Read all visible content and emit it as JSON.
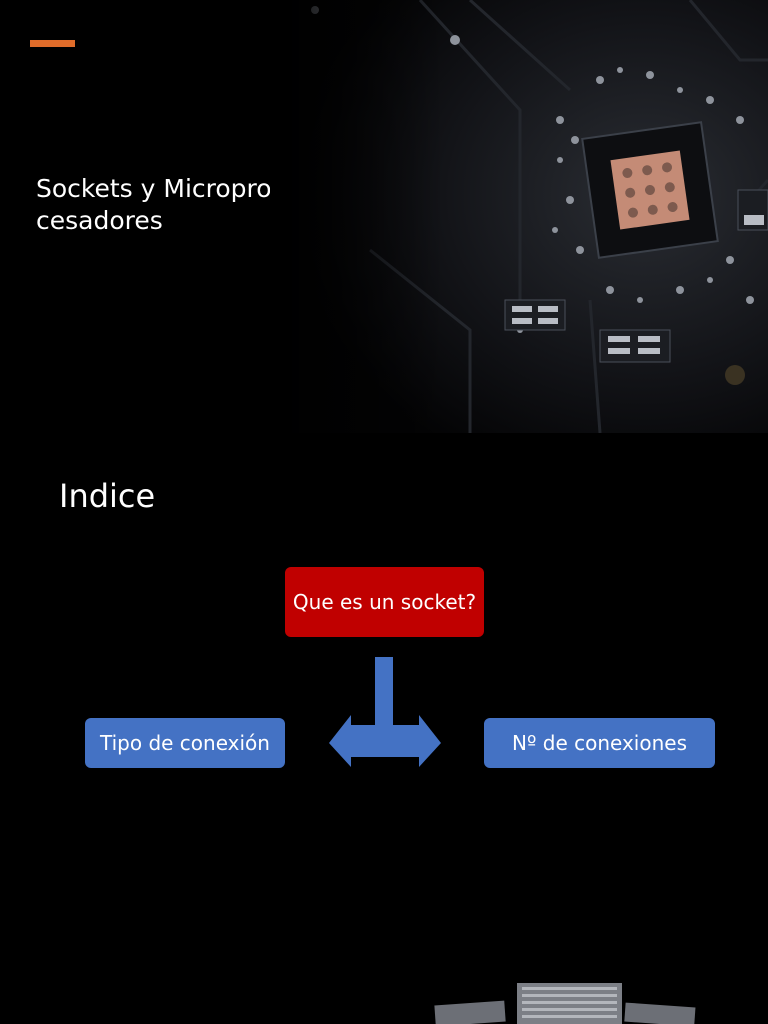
{
  "slides": [
    {
      "title": "Sockets y Microprocesadores",
      "accent_color": "#e06c2a"
    },
    {
      "title": "Indice",
      "diagram": {
        "root": "Que es un socket?",
        "left_child": "Tipo de conexión",
        "right_child": "Nº de conexiones"
      },
      "colors": {
        "root": "#c00000",
        "children": "#4472c4"
      }
    }
  ]
}
